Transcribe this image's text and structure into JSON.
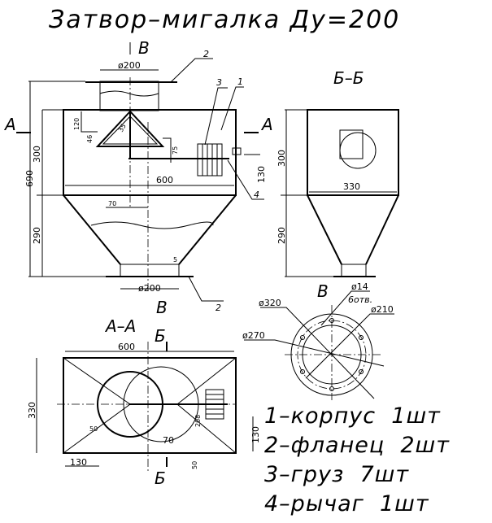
{
  "title": "Затвор–мигалка Ду=200",
  "front_view": {
    "view_arrow_label": "В",
    "top_diameter": "ø200",
    "bottom_diameter": "ø200",
    "height_total": "690",
    "height_upper": "300",
    "height_lower": "290",
    "width": "600",
    "dim_120": "120",
    "dim_46": "46",
    "dim_angle": "35",
    "dim_75": "75",
    "dim_130": "130",
    "dim_70": "70",
    "dim_5": "5",
    "section_mark_left": "А",
    "section_mark_right": "А",
    "leaders": [
      "1",
      "2",
      "3",
      "4",
      "2"
    ],
    "bottom_view_label": "В"
  },
  "side_view": {
    "title": "Б–Б",
    "height_upper": "300",
    "height_lower": "290",
    "width": "330"
  },
  "flange_view": {
    "title": "В",
    "hole": "ø14",
    "hole_count": "6отв.",
    "d_outer": "ø320",
    "d_bolt": "ø270",
    "d_inner": "ø210"
  },
  "section_aa": {
    "title": "А–А",
    "width": "600",
    "height": "330",
    "dim_50a": "50",
    "dim_130a": "130",
    "dim_208": "208",
    "dim_70": "70",
    "dim_130b": "130",
    "dim_50b": "50",
    "cut_top": "Б",
    "cut_bottom": "Б"
  },
  "parts_list": [
    "1–корпус  1шт",
    "2–фланец  2шт",
    "3–груз  7шт",
    "4–рычаг  1шт"
  ]
}
